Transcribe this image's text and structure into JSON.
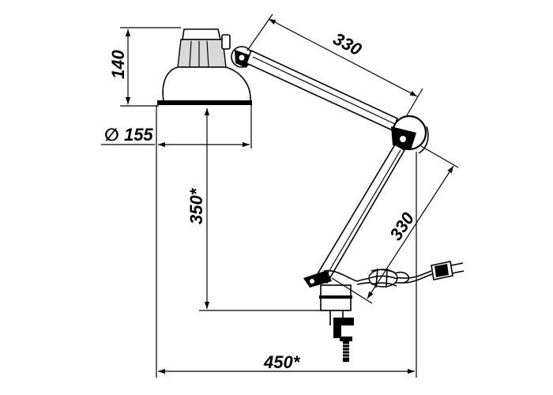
{
  "dimensions": {
    "shade_height": "140",
    "shade_diameter": "∅ 155",
    "upper_arm": "330",
    "lower_arm": "330",
    "reach_height": "350*",
    "total_width": "450*"
  },
  "colors": {
    "line": "#000000",
    "background": "#ffffff",
    "shade_fill": "#d8d8d8"
  }
}
